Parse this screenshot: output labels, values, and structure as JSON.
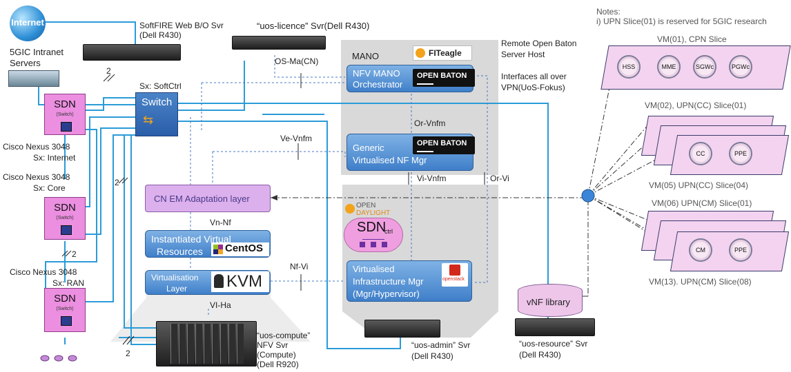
{
  "notes": {
    "heading": "Notes:",
    "line1": "i) UPN Slice(01) is reserved for 5GIC research"
  },
  "internet": {
    "label": "Internet"
  },
  "intranet": {
    "line1": "5GIC Intranet",
    "line2": "Servers"
  },
  "softfire": {
    "line1": "SoftFIRE Web B/O Svr",
    "line2": "(Dell R430)"
  },
  "licence": {
    "line1": "“uos-licence” Svr(Dell R430)"
  },
  "remote": {
    "line1": "Remote Open Baton",
    "line2": "Server Host",
    "line3": "Interfaces all over",
    "line4": "VPN(UoS-Fokus)"
  },
  "mano": {
    "label": "MANO",
    "fiteagle": "FITeagle"
  },
  "nfvo": {
    "line1": "NFV MANO",
    "line2": "Orchestrator",
    "badge": "OPEN BATON"
  },
  "vnfm": {
    "line1": "Generic",
    "line2": "Virtualised  NF Mgr",
    "badge": "OPEN BATON"
  },
  "vim": {
    "line1": "Virtualised",
    "line2": "Infrastructure  Mgr",
    "line3": "(Mgr/Hypervisor)",
    "logo": "openstack"
  },
  "sdnctrl": {
    "odl1": "OPEN",
    "odl2": "DAYLIGHT",
    "label": "SDN",
    "sub": "ctrl"
  },
  "interfaces": {
    "os_ma": "OS-Ma(CN)",
    "or_vnfm": "Or-Vnfm",
    "ve_vnfm": "Ve-Vnfm",
    "vi_vnfm": "Vi-Vnfm",
    "or_vi": "Or-Vi",
    "vn_nf": "Vn-Nf",
    "nf_vi": "Nf-Vi",
    "vi_ha": "VI-Ha"
  },
  "cn_em": {
    "label": "CN EM Adaptation layer"
  },
  "instantiated": {
    "line1": "Instantiated Virtual",
    "line2": "Resources",
    "logo": "CentOS"
  },
  "virt_layer": {
    "line1": "Virtualisation",
    "line2": "Layer",
    "logo": "KVM"
  },
  "switch": {
    "title": "Sx: SoftCtrl",
    "label": "Switch"
  },
  "sdn_switches": [
    {
      "label": "SDN",
      "sub": "(Switch)",
      "name1": "Cisco Nexus 3048",
      "name2": "Sx: Internet"
    },
    {
      "label": "SDN",
      "sub": "(Switch)",
      "name1": "Cisco Nexus 3048",
      "name2": "Sx: Core"
    },
    {
      "label": "SDN",
      "sub": "(Switch)",
      "name1": "Cisco Nexus 3048",
      "name2": "Sx: RAN"
    }
  ],
  "link_counts": {
    "a": "2",
    "b": "2",
    "c": "2",
    "d": "2"
  },
  "compute": {
    "line1": "“uos-compute”",
    "line2": "NFV Svr",
    "line3": "(Compute)",
    "line4": "(Dell R920)"
  },
  "admin": {
    "line1": "“uos-admin” Svr",
    "line2": "(Dell R430)"
  },
  "resource": {
    "line1": "“uos-resource” Svr",
    "line2": "(Dell R430)"
  },
  "vnf_library": {
    "label": "vNF library"
  },
  "slices": {
    "cpn_title": "VM(01), CPN Slice",
    "cpn_funcs": [
      "HSS",
      "MME",
      "SGWc",
      "PGWc"
    ],
    "upn_cc_title": "VM(02), UPN(CC) Slice(01)",
    "upn_cc_funcs": [
      "CC",
      "PPE"
    ],
    "upn_cc_last": "VM(05) UPN(CC) Slice(04)",
    "upn_cm_title": "VM(06) UPN(CM) Slice(01)",
    "upn_cm_funcs": [
      "CM",
      "PPE"
    ],
    "upn_cm_last": "VM(13). UPN(CM) Slice(08)"
  },
  "colors": {
    "link_blue": "#2a9bd8",
    "dash_blue": "#4a78c0",
    "sdn_pink": "#ec8fe0",
    "vm_pink": "#f3d3ef",
    "panel_gray": "#d9d9d9"
  }
}
